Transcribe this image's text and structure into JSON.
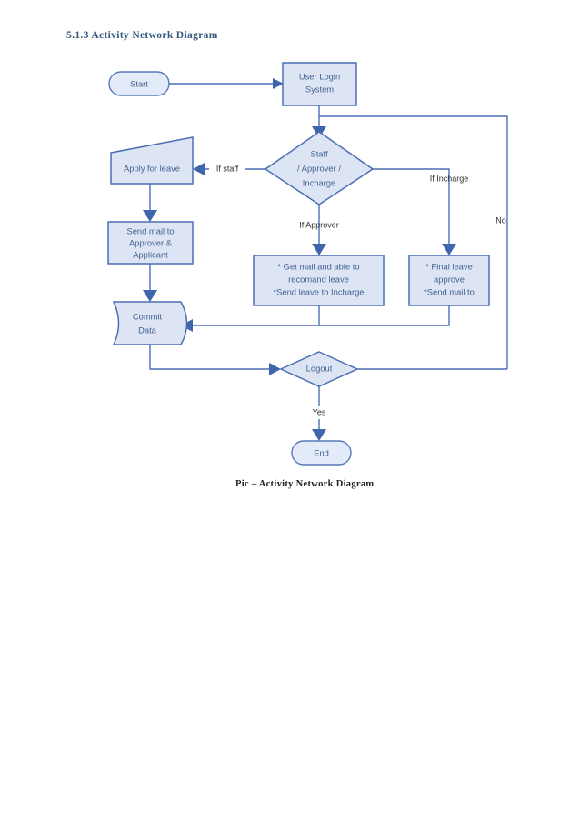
{
  "document": {
    "heading": "5.1.3 Activity Network Diagram",
    "caption": "Pic – Activity Network Diagram"
  },
  "theme": {
    "heading_color": "#33597f",
    "caption_color": "#231f20",
    "shape_fill": "#dde5f5",
    "shape_stroke": "#4a6fb5",
    "node_text_color": "#43628f",
    "edge_text_color": "#2f2f2f",
    "page_background": "#ffffff"
  },
  "diagram": {
    "type": "flowchart",
    "title": "Activity Network Diagram",
    "nodes": [
      {
        "id": "start",
        "shape": "terminator",
        "label": "Start"
      },
      {
        "id": "login",
        "shape": "process",
        "label_lines": [
          "User Login",
          "System"
        ]
      },
      {
        "id": "role",
        "shape": "decision",
        "label_lines": [
          "Staff",
          "/ Approver  /",
          "Incharge"
        ]
      },
      {
        "id": "apply",
        "shape": "manual-input",
        "label": "Apply for leave"
      },
      {
        "id": "sendmail",
        "shape": "process",
        "label_lines": [
          "Send mail to",
          "Approver &",
          "Applicant"
        ]
      },
      {
        "id": "approver",
        "shape": "process",
        "label_lines": [
          "* Get mail and able to",
          "recomand leave",
          "*Send leave to Incharge"
        ]
      },
      {
        "id": "incharge",
        "shape": "process",
        "label_lines": [
          "* Final leave",
          "approve",
          "*Send mail to"
        ]
      },
      {
        "id": "commit",
        "shape": "data",
        "label_lines": [
          "Commit",
          "Data"
        ]
      },
      {
        "id": "logout",
        "shape": "decision",
        "label": "Logout"
      },
      {
        "id": "end",
        "shape": "terminator",
        "label": "End"
      }
    ],
    "edges": [
      {
        "from": "start",
        "to": "login",
        "label": ""
      },
      {
        "from": "login",
        "to": "role",
        "label": ""
      },
      {
        "from": "role",
        "to": "apply",
        "label": "If staff"
      },
      {
        "from": "role",
        "to": "approver",
        "label": "If Approver"
      },
      {
        "from": "role",
        "to": "incharge",
        "label": "If Incharge"
      },
      {
        "from": "apply",
        "to": "sendmail",
        "label": ""
      },
      {
        "from": "sendmail",
        "to": "commit",
        "label": ""
      },
      {
        "from": "approver",
        "to": "commit",
        "label": ""
      },
      {
        "from": "incharge",
        "to": "commit",
        "label": ""
      },
      {
        "from": "commit",
        "to": "logout",
        "label": ""
      },
      {
        "from": "logout",
        "to": "end",
        "label": "Yes"
      },
      {
        "from": "logout",
        "to": "login",
        "label": "No"
      }
    ],
    "edge_labels": {
      "if_staff": "If staff",
      "if_approver": "If Approver",
      "if_incharge": "If Incharge",
      "yes": "Yes",
      "no": "No"
    },
    "node_labels": {
      "start": "Start",
      "login_l1": "User Login",
      "login_l2": "System",
      "role_l1": "Staff",
      "role_l2": "/ Approver  /",
      "role_l3": "Incharge",
      "apply": "Apply for leave",
      "sendmail_l1": "Send mail to",
      "sendmail_l2": "Approver &",
      "sendmail_l3": "Applicant",
      "approver_l1": "* Get mail and able to",
      "approver_l2": "recomand leave",
      "approver_l3": "*Send leave to Incharge",
      "incharge_l1": "* Final leave",
      "incharge_l2": "approve",
      "incharge_l3": "*Send mail to",
      "commit_l1": "Commit",
      "commit_l2": "Data",
      "logout": "Logout",
      "end": "End"
    }
  }
}
